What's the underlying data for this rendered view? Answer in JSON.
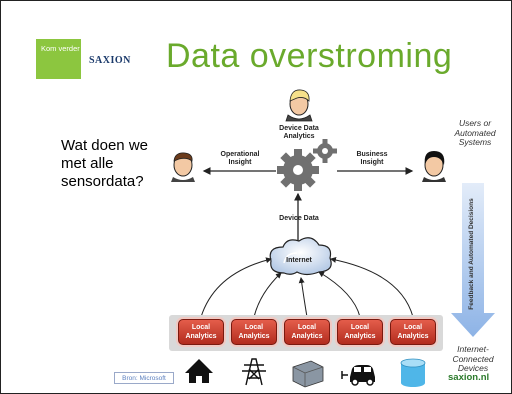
{
  "logo": {
    "tagline": "Kom verder",
    "brand": "SAXION"
  },
  "title": "Data overstroming",
  "question": "Wat doen we met alle sensordata?",
  "diagram": {
    "center_label": "Device Data Analytics",
    "left_label": "Operational Insight",
    "right_label": "Business Insight",
    "device_data_label": "Device Data",
    "cloud_label": "Internet",
    "top_right_label": "Users or Automated Systems",
    "arrow_label": "Feedback and Automated Decisions",
    "bottom_right_label": "Internet-Connected Devices",
    "local_boxes": [
      "Local Analytics",
      "Local Analytics",
      "Local Analytics",
      "Local Analytics",
      "Local Analytics"
    ],
    "device_icons": [
      "house-icon",
      "power-pylon-icon",
      "server-box-icon",
      "electric-car-icon",
      "storage-drum-icon"
    ],
    "colors": {
      "accent_green": "#6aaa2c",
      "local_red": "#c9382a",
      "arrow_blue": "#a9c4ec"
    }
  },
  "source": "Bron: Microsoft",
  "website": "saxion.nl"
}
